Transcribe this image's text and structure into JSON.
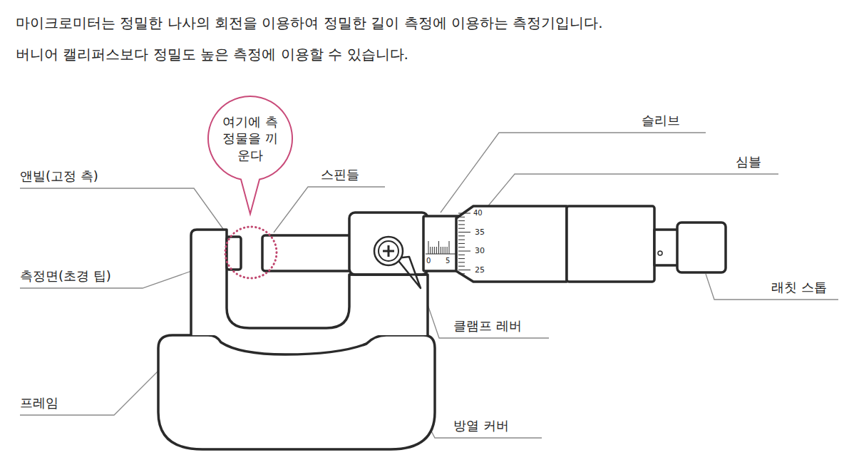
{
  "diagram": {
    "nodes": [
      {
        "text": [
          "여기에 측정물을 끼운다"
        ]
      }
    ],
    "labels": [
      "마이크로미터는 정밀한 나사의 회전을 이용하여 정밀한 길이 측정에 이용하는 측정기입니다.",
      "버니어 캘리퍼스보다 정밀도 높은 측정에 이용할 수 있습니다.",
      "앤빌(고정 측)",
      "측정면(초경 팁)",
      "스핀들",
      "슬리브",
      "심블",
      "래칫 스톱",
      "클램프 레버",
      "프레임",
      "방열 커버",
      "40",
      "35",
      "30",
      "25",
      "0",
      "5"
    ]
  }
}
